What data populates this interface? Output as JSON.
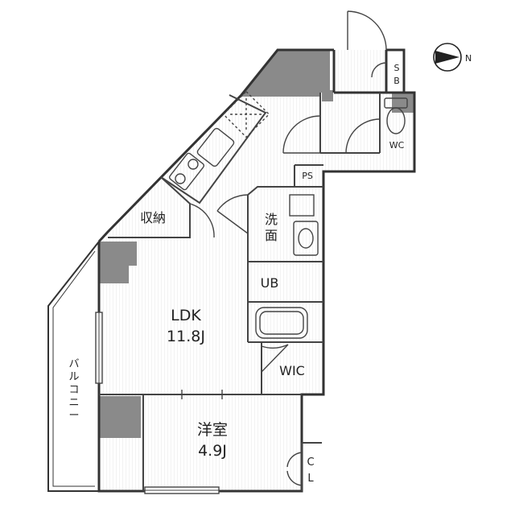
{
  "rooms": {
    "ldk": {
      "name": "LDK",
      "size": "11.8J"
    },
    "western": {
      "name": "洋室",
      "size": "4.9J"
    },
    "storage": "収納",
    "washroom": [
      "洗",
      "面"
    ],
    "bath": "UB",
    "walkin_closet": "WIC",
    "closet": [
      "C",
      "L"
    ],
    "toilet": "WC",
    "shoe_box": [
      "S",
      "B"
    ],
    "pipe_space": "PS",
    "balcony": [
      "バ",
      "ル",
      "コ",
      "ニ",
      "ー"
    ]
  },
  "compass": {
    "label": "N"
  }
}
